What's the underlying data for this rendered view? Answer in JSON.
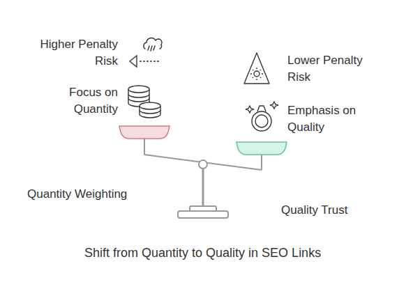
{
  "diagram": {
    "caption": "Shift from Quantity to Quality in SEO Links",
    "labels": [
      "Higher Penalty Risk",
      "Focus on Quantity",
      "Lower Penalty Risk",
      "Emphasis on Quality",
      "Quantity Weighting",
      "Quality Trust"
    ]
  }
}
